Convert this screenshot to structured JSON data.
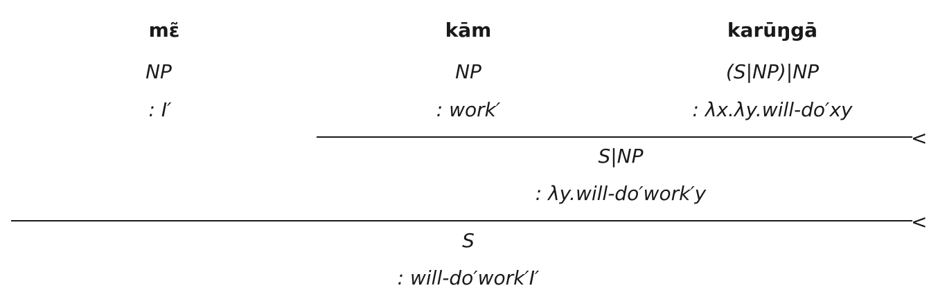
{
  "lexical": [
    {
      "word": "mɛ̃",
      "category": "NP",
      "semantics": ": I′"
    },
    {
      "word": "kām",
      "category": "NP",
      "semantics": ": work′"
    },
    {
      "word": "karūŋgā",
      "category": "(S|NP)|NP",
      "semantics": ": λx.λy.will-do′xy"
    }
  ],
  "steps": [
    {
      "rule_symbol": "<",
      "category": "S|NP",
      "semantics": ": λy.will-do′work′y"
    },
    {
      "rule_symbol": "<",
      "category": "S",
      "semantics": ": will-do′work′I′"
    }
  ]
}
